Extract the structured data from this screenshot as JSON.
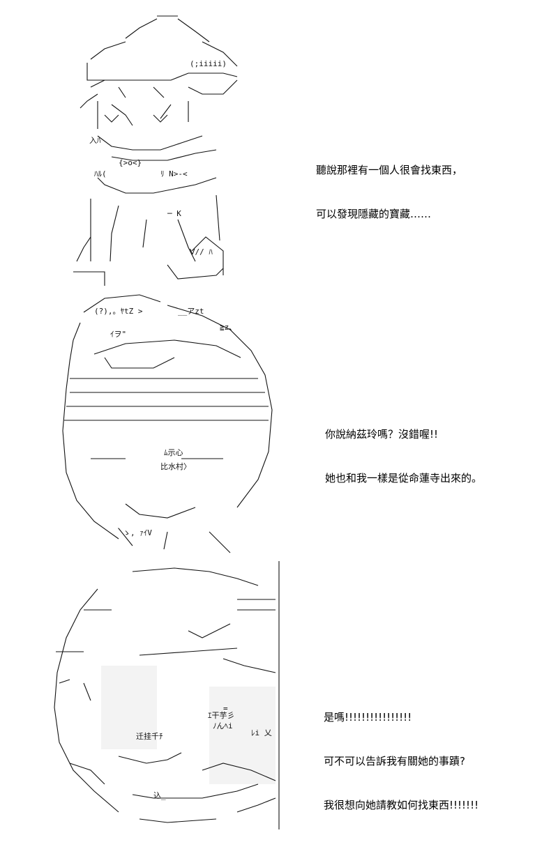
{
  "panels": [
    {
      "lines": [
        "聽說那裡有一個人很會找東西，",
        "可以發現隱藏的寶藏……"
      ],
      "art_glyphs": [
        "(;iiiii)",
        "入ﾊ",
        "{>o<}",
        "ﾊﾙ(",
        "ﾘ N>-<",
        "─ K",
        "Ⅴ// ﾊ"
      ]
    },
    {
      "lines": [
        "你說納茲玲嗎？沒錯喔!!",
        "她也和我一樣是從命蓮寺出來的。"
      ],
      "art_glyphs": [
        "(?),。ﾔtZ >",
        "__アzt",
        "≧z、",
        "ﾑ示心",
        "比水村〉",
        "ｲヲ\"",
        "｀ゝ, ｧｲV"
      ]
    },
    {
      "lines": [
        "是嗎!!!!!!!!!!!!!!!!",
        "可不可以告訴我有關她的事蹟?",
        "我很想向她請教如何找東西!!!!!!!"
      ],
      "art_glyphs": [
        "ｴ干芋彡",
        "迁挂千ﾁ",
        "ﾉんﾍi",
        "込_",
        "=",
        "ﾚi 乂"
      ]
    }
  ]
}
